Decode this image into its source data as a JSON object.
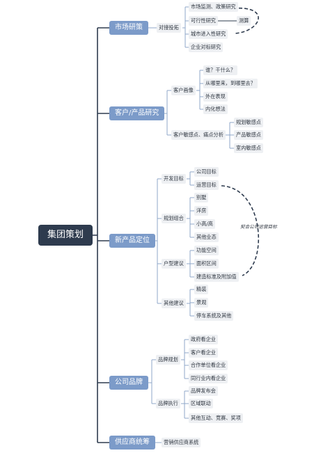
{
  "root": {
    "label": "集团策划"
  },
  "market": {
    "label": "市场研策",
    "benchmark": {
      "label": "对接投拓",
      "items": [
        "市场监测、政策研究",
        "可行性研究",
        "城市进入性研究",
        "企业对标研究"
      ],
      "estimate": "测算"
    }
  },
  "customer": {
    "label": "客户/产品研究",
    "portrait": {
      "label": "客户画像",
      "items": [
        "谁？干什么？",
        "从哪里来，到哪里去？",
        "外在表现",
        "内化想法"
      ]
    },
    "sensitivity": {
      "label": "客户敏感点、痛点分析",
      "items": [
        "规划敏感点",
        "产品敏感点",
        "室内敏感点"
      ]
    }
  },
  "positioning": {
    "label": "新产品定位",
    "goals": {
      "label": "开发目标",
      "items": [
        "公司目标",
        "运营目标"
      ]
    },
    "planning": {
      "label": "规划组合",
      "items": [
        "别墅",
        "洋房",
        "小高/高",
        "其他业态"
      ]
    },
    "unit": {
      "label": "户型建议",
      "items": [
        "功能空间",
        "面积区间",
        "建造标准及附加值"
      ]
    },
    "other": {
      "label": "其他建议",
      "items": [
        "精装",
        "景观",
        "停车系统及其他"
      ]
    },
    "annotation": "契合公司运营目标"
  },
  "brand": {
    "label": "公司品牌",
    "planning": {
      "label": "品牌规划",
      "items": [
        "政府看企业",
        "客户看企业",
        "合作单位看企业",
        "同行业内看企业"
      ]
    },
    "execution": {
      "label": "品牌执行",
      "items": [
        "品牌发布会",
        "区域联动",
        "其他互动、竞赛、奖项"
      ]
    }
  },
  "supply": {
    "label": "供应商统筹",
    "items": [
      "营销供应商系统"
    ]
  }
}
